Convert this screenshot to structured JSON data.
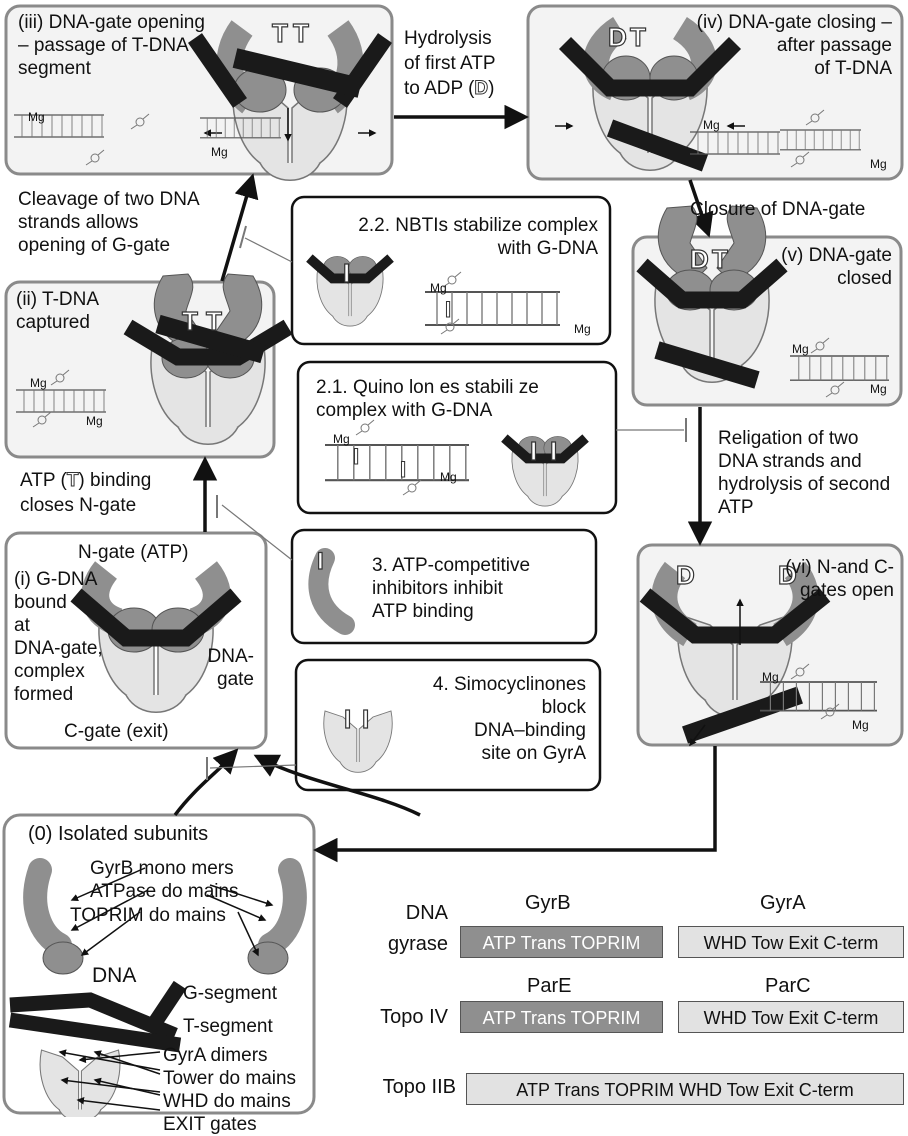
{
  "states": {
    "iii": "(iii) DNA-gate opening\n– passage of T-DNA\nsegment",
    "iv": "(iv) DNA-gate closing –\nafter passage\nof T-DNA",
    "v": "(v) DNA-gate\nclosed",
    "ii": "(ii) T-DNA\ncaptured",
    "vi": "(vi) N-and C-\ngates open",
    "i": "(i) G-DNA\nbound\nat\nDNA-gate,\ncomplex\nformed",
    "zero": "(0) Isolated subunits"
  },
  "gate_labels": {
    "n_gate": "N-gate (ATP)",
    "dna_gate": "DNA-\ngate",
    "c_gate": "C-gate (exit)"
  },
  "transitions": {
    "hydrolysis_first_line1": "Hydrolysis",
    "hydrolysis_first_line2": "of first ATP",
    "hydrolysis_first_line3": "to ADP (",
    "hydrolysis_first_glyph": "D",
    "hydrolysis_first_close": ")",
    "closure": "Closure of DNA-gate",
    "cleavage": "Cleavage of two DNA\nstrands allows\nopening of G-gate",
    "atp_binding_line1a": "ATP (",
    "atp_binding_glyph": "T",
    "atp_binding_line1b": ") binding",
    "atp_binding_line2": "closes N-gate",
    "religation": "Religation of two\nDNA strands and\nhydrolysis of second\nATP"
  },
  "inhibitors": {
    "nbti": "2.2. NBTIs stabilize complex\nwith G-DNA",
    "quinolones": "2.1. Quino lon es stabili ze\ncomplex with G-DNA",
    "atp_competitive": "3. ATP-competitive\ninhibitors inhibit\nATP binding",
    "simocyclinones": "4. Simocyclinones block\nDNA–binding\nsite on GyrA"
  },
  "legend": {
    "gyrb_monomers": "GyrB mono mers",
    "atpase_domains": "ATPase do mains",
    "toprim_domains": "TOPRIM do mains",
    "dna": "DNA",
    "g_segment": "G-segment",
    "t_segment": "T-segment",
    "gyra_dimers": "GyrA dimers",
    "tower_domains": "Tower do mains",
    "whd_domains": "WHD do mains",
    "exit_gates": "EXIT gates"
  },
  "enzymes": {
    "gyrase_name": "DNA\ngyrase",
    "gyrb": "GyrB",
    "gyra": "GyrA",
    "gyrb_bar": "ATP Trans TOPRIM",
    "gyra_bar": "WHD Tow Exit C-term",
    "topo4_name": "Topo IV",
    "pare": "ParE",
    "parc": "ParC",
    "pare_bar": "ATP Trans TOPRIM",
    "parc_bar": "WHD Tow Exit C-term",
    "topo2b_name": "Topo IIB",
    "topo2b_bar": "ATP Trans TOPRIM WHD Tow Exit C-term"
  },
  "dna_labels": {
    "mg": "Mg"
  },
  "ligand_glyphs": {
    "atp": "T",
    "adp": "D",
    "inhibitor": "I"
  },
  "colors": {
    "gyrb_gray": "#8f8f8f",
    "gyra_light": "#e2e2e2",
    "dna_black": "#1a1a1a",
    "frame": "#8a8a8a"
  }
}
